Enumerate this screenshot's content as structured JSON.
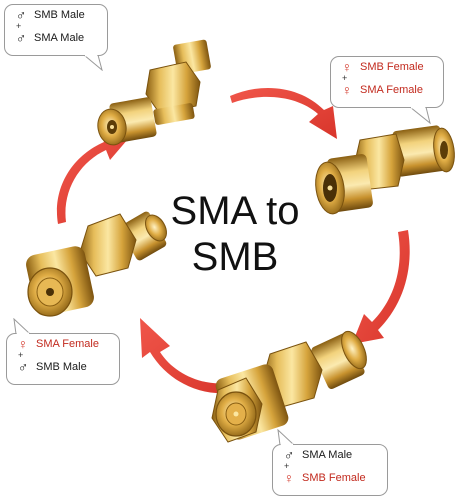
{
  "title": "SMA to\nSMB",
  "title_lines": [
    "SMA to",
    "SMB"
  ],
  "colors": {
    "arrow": "#e8453a",
    "gold": "#c9972d",
    "female_text": "#c22a1e",
    "male_text": "#1a1a1a"
  },
  "adapters": [
    {
      "position": "top-left",
      "line1": {
        "gender": "male",
        "symbol": "♂",
        "text": "SMB Male"
      },
      "plus": "+",
      "line2": {
        "gender": "male",
        "symbol": "♂",
        "text": "SMA Male"
      }
    },
    {
      "position": "top-right",
      "line1": {
        "gender": "female",
        "symbol": "♀",
        "text": "SMB Female"
      },
      "plus": "+",
      "line2": {
        "gender": "female",
        "symbol": "♀",
        "text": "SMA Female"
      }
    },
    {
      "position": "left",
      "line1": {
        "gender": "female",
        "symbol": "♀",
        "text": "SMA Female"
      },
      "plus": "+",
      "line2": {
        "gender": "male",
        "symbol": "♂",
        "text": "SMB Male"
      }
    },
    {
      "position": "bottom-right",
      "line1": {
        "gender": "male",
        "symbol": "♂",
        "text": "SMA Male"
      },
      "plus": "+",
      "line2": {
        "gender": "female",
        "symbol": "♀",
        "text": "SMB Female"
      }
    }
  ],
  "icons": [
    "cycle-arrow",
    "sma-male-connector",
    "sma-female-connector",
    "smb-male-connector",
    "smb-female-connector"
  ]
}
